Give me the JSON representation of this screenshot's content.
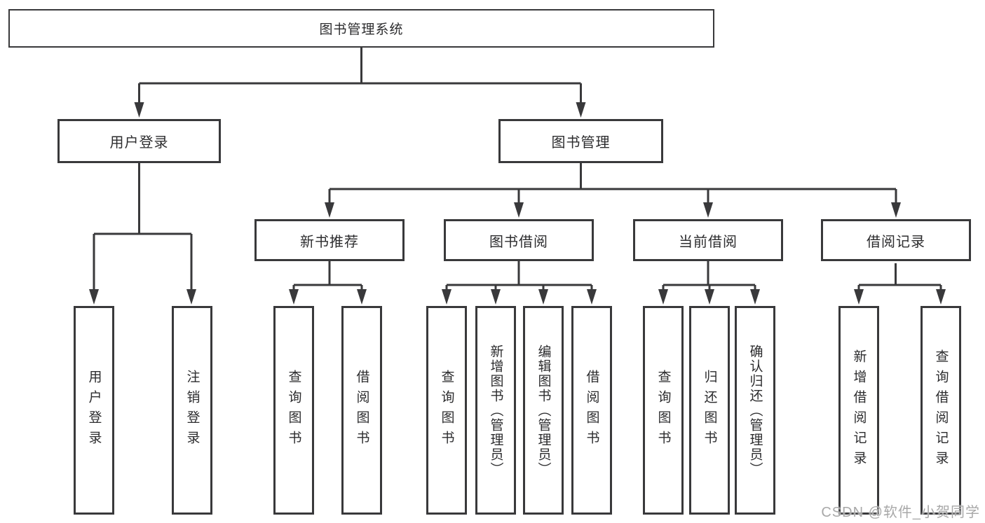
{
  "diagram": {
    "background_color": "#ffffff",
    "line_color": "#39393b",
    "text_color": "#2c2c2e",
    "watermark_color": "#a8a8a8",
    "root": {
      "label": "图书管理系统"
    },
    "level2": [
      {
        "label": "用户登录"
      },
      {
        "label": "图书管理"
      }
    ],
    "level3": [
      {
        "label": "新书推荐",
        "parent": "图书管理"
      },
      {
        "label": "图书借阅",
        "parent": "图书管理"
      },
      {
        "label": "当前借阅",
        "parent": "图书管理"
      },
      {
        "label": "借阅记录",
        "parent": "图书管理"
      }
    ],
    "leaves": [
      {
        "label": "用户登录",
        "parent": "用户登录"
      },
      {
        "label": "注销登录",
        "parent": "用户登录"
      },
      {
        "label": "查询图书",
        "parent": "新书推荐"
      },
      {
        "label": "借阅图书",
        "parent": "新书推荐"
      },
      {
        "label": "查询图书",
        "parent": "图书借阅"
      },
      {
        "label": "新增图书（管理员）",
        "parent": "图书借阅"
      },
      {
        "label": "编辑图书（管理员）",
        "parent": "图书借阅"
      },
      {
        "label": "借阅图书",
        "parent": "图书借阅"
      },
      {
        "label": "查询图书",
        "parent": "当前借阅"
      },
      {
        "label": "归还图书",
        "parent": "当前借阅"
      },
      {
        "label": "确认归还（管理员）",
        "parent": "当前借阅"
      },
      {
        "label": "新增借阅记录",
        "parent": "借阅记录"
      },
      {
        "label": "查询借阅记录",
        "parent": "借阅记录"
      }
    ],
    "watermark": "CSDN @软件_小贺同学"
  }
}
